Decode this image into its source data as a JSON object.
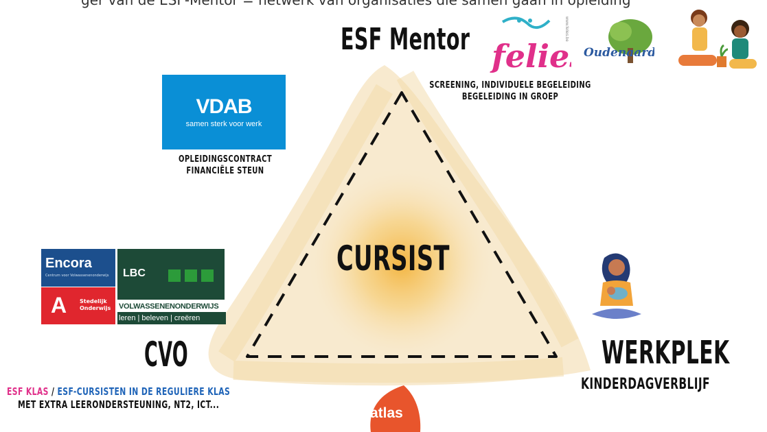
{
  "top_partial_text": "ger van de ESF-Mentor = netwerk van organisaties die samen gaan in opleiding",
  "mentor": {
    "title": "ESF Mentor",
    "caption_line1": "screening, individuele begeleiding",
    "caption_line2": "begeleiding in groep",
    "logos": [
      "felies",
      "www.felies.be",
      "Oudenaarde"
    ]
  },
  "vdab": {
    "logo_text": "VDAB",
    "logo_tagline": "samen sterk voor werk",
    "caption_line1": "opleidingscontract",
    "caption_line2": "financiële steun"
  },
  "center": {
    "label": "CURSIST"
  },
  "cvo": {
    "label": "CVO",
    "caption_pink": "ESF klas",
    "caption_sep": " / ",
    "caption_blue": "ESF-cursisten in de reguliere klas",
    "caption_line2": "met extra leerondersteuning, NT2, ICt...",
    "encora_name": "Encora",
    "encora_sub": "Centrum voor Volwassenenonderwijs",
    "stedelijk": "Stedelijk Onderwijs",
    "lbc_name": "LBC",
    "lbc_line": "VOLWASSENENONDERWIJS",
    "lbc_tagline": "leren | beleven | creëren"
  },
  "werkplek": {
    "label": "Werkplek",
    "sub": "Kinderdagverblijf"
  },
  "atlas": {
    "label": "atlas"
  },
  "colors": {
    "triangle_fill": "#f6e3bf",
    "center_glow": "#f3b23a",
    "vdab_blue": "#0a8fd6",
    "encora_blue": "#1c4f8d",
    "antwerp_red": "#e0262e",
    "lbc_green": "#1d4a37",
    "atlas_orange": "#e8552c",
    "pink": "#e0308a",
    "blue": "#1f64b8"
  }
}
